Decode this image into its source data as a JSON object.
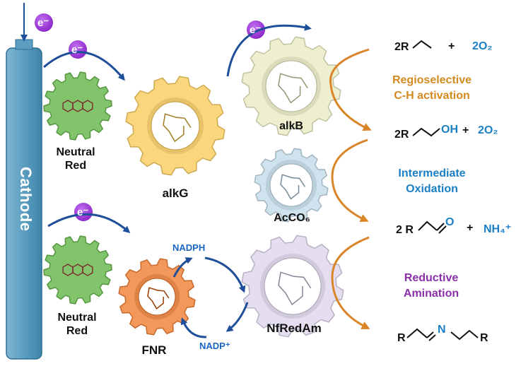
{
  "electron_label": "e⁻",
  "cathode": {
    "label": "Cathode"
  },
  "mediators": {
    "top": [
      "Neutral",
      "Red"
    ],
    "bottom": [
      "Neutral",
      "Red"
    ]
  },
  "enzymes": {
    "alkG": "alkG",
    "fnr": "FNR",
    "alkB": "alkB",
    "acco6": "AcCO₆",
    "nfredam": "NfRedAm"
  },
  "cofactors": {
    "nadph": "NADPH",
    "nadp": "NADP⁺"
  },
  "steps": {
    "step1": [
      "Regioselective",
      "C-H activation"
    ],
    "step2": [
      "Intermediate",
      "Oxidation"
    ],
    "step3": [
      "Reductive",
      "Amination"
    ]
  },
  "compounds": {
    "c1": {
      "prefix": "2R",
      "plus": "+",
      "reagent": "2O₂"
    },
    "c2": {
      "prefix": "2R",
      "group": "OH",
      "plus": "+",
      "reagent": "2O₂"
    },
    "c3": {
      "prefix": "2 R",
      "group": "O",
      "plus": "+",
      "reagent": "NH₄⁺"
    },
    "c4": {
      "left": "R",
      "center": "N",
      "right": "R"
    }
  },
  "colors": {
    "cathode": "#5b9ec0",
    "electron": "#9b30d6",
    "arrow_blue": "#1f4f9a",
    "arrow_orange": "#d9852a",
    "gear_green": "#82c46c",
    "gear_yellow": "#fbd67c",
    "gear_orange": "#f3975a",
    "gear_cream": "#eeefcf",
    "gear_lightblue": "#cfe3ef",
    "gear_lavender": "#e4def0"
  }
}
